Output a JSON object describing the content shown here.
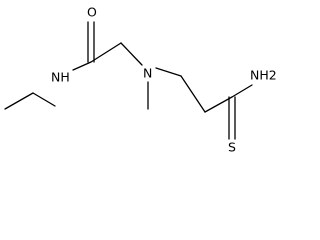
{
  "structure": {
    "atoms": {
      "carbonyl_oxygen": "O",
      "amide_nh": "NH",
      "tertiary_amine": "N",
      "amino_group": "NH2",
      "thione_sulfur": "S"
    }
  },
  "colors": {
    "bond": "#000000",
    "label": "#000000",
    "background": "#ffffff"
  }
}
